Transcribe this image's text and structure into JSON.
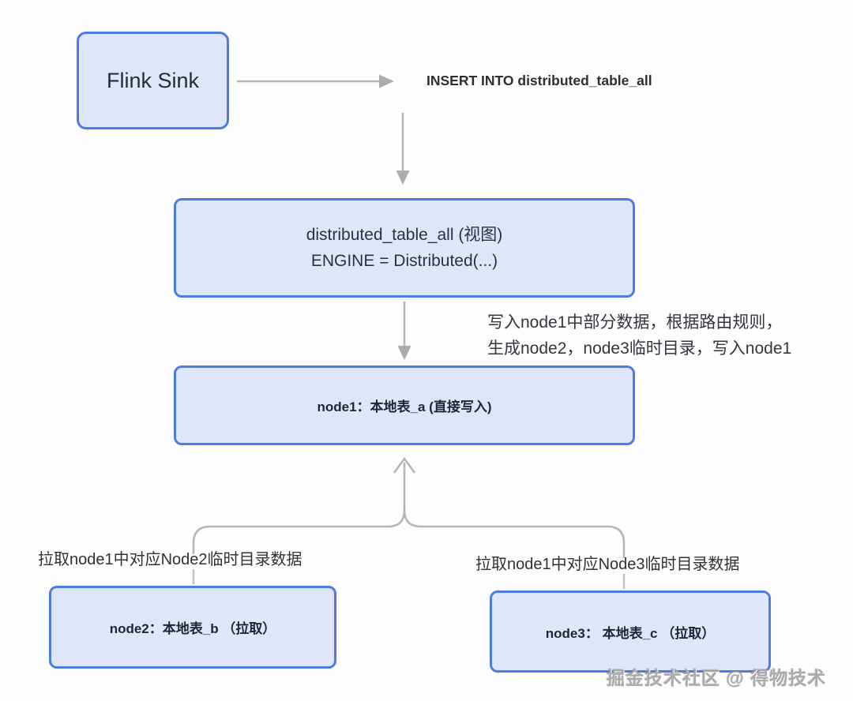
{
  "flow": {
    "flink_sink": "Flink Sink",
    "insert_statement": "INSERT INTO distributed_table_all",
    "distributed_view": {
      "line1": "distributed_table_all (视图)",
      "line2": "ENGINE = Distributed(...)"
    },
    "node1": "node1：本地表_a (直接写入)",
    "routing_note": {
      "line1": "写入node1中部分数据，根据路由规则，",
      "line2": "生成node2，node3临时目录，写入node1"
    },
    "pull_label_node2": "拉取node1中对应Node2临时目录数据",
    "pull_label_node3": "拉取node1中对应Node3临时目录数据",
    "node2": "node2：本地表_b （拉取）",
    "node3": "node3： 本地表_c （拉取）"
  },
  "watermark": "掘金技术社区 @ 得物技术",
  "colors": {
    "box_fill": "#dfe6f8",
    "box_border": "#4d7ce2",
    "arrow": "#b6b6b6",
    "text_dark": "#262b36"
  }
}
